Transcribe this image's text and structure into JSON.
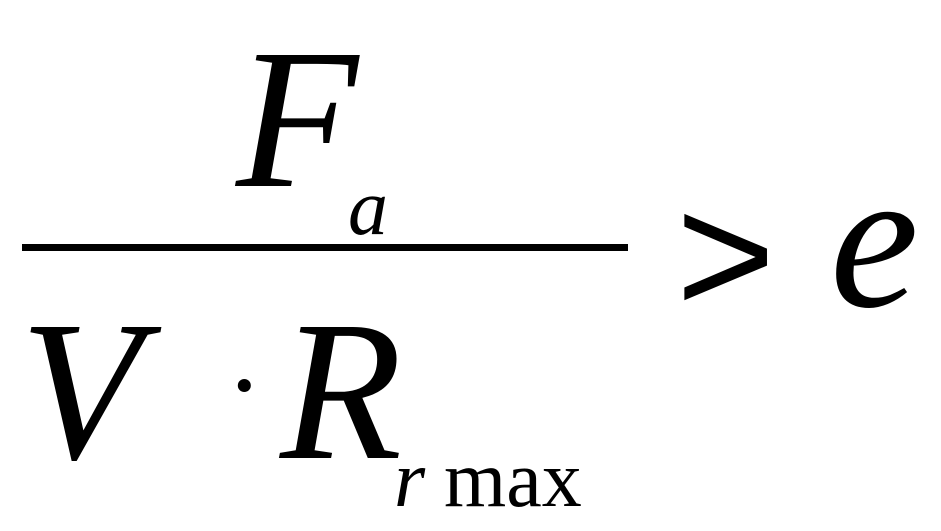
{
  "formula": {
    "numerator": {
      "symbol": "F",
      "subscript": "a"
    },
    "denominator": {
      "first": "V",
      "operator": "·",
      "second": "R",
      "subscript_var": "r",
      "subscript_text": "max"
    },
    "relation": ">",
    "rhs": "e"
  }
}
